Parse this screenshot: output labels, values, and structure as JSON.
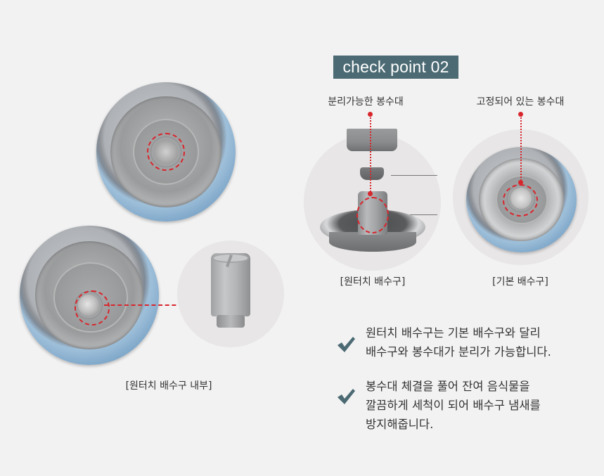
{
  "badge": {
    "label": "check point 02",
    "color": "#4b6a73"
  },
  "left_section": {
    "top_image": {
      "alt": "원터치 배수구 상부",
      "icon": "drain-top-view-icon"
    },
    "bottom_image": {
      "alt": "원터치 배수구 내부",
      "icon": "drain-inner-view-icon"
    },
    "detail_image": {
      "alt": "분리된 봉수대",
      "icon": "water-seal-trap-icon"
    },
    "caption": "[원터치 배수구 내부]"
  },
  "right_section": {
    "products": [
      {
        "top_label": "분리가능한 봉수대",
        "caption": "[원터치 배수구]",
        "icon": "exploded-drain-icon"
      },
      {
        "top_label": "고정되어 있는 봉수대",
        "caption": "[기본 배수구]",
        "icon": "basic-drain-icon"
      }
    ]
  },
  "checklist": [
    {
      "icon": "checkmark-icon",
      "text": "원터치 배수구는 기본 배수구와 달리\n배수구와 봉수대가 분리가 가능합니다."
    },
    {
      "icon": "checkmark-icon",
      "text": "봉수대 체결을 풀어 잔여 음식물을\n깔끔하게 세척이 되어 배수구 냄새를\n방지해줍니다."
    }
  ],
  "colors": {
    "background": "#f2f2f2",
    "accent_red": "#d8262d",
    "check_teal": "#4b6a73",
    "text": "#333333"
  }
}
